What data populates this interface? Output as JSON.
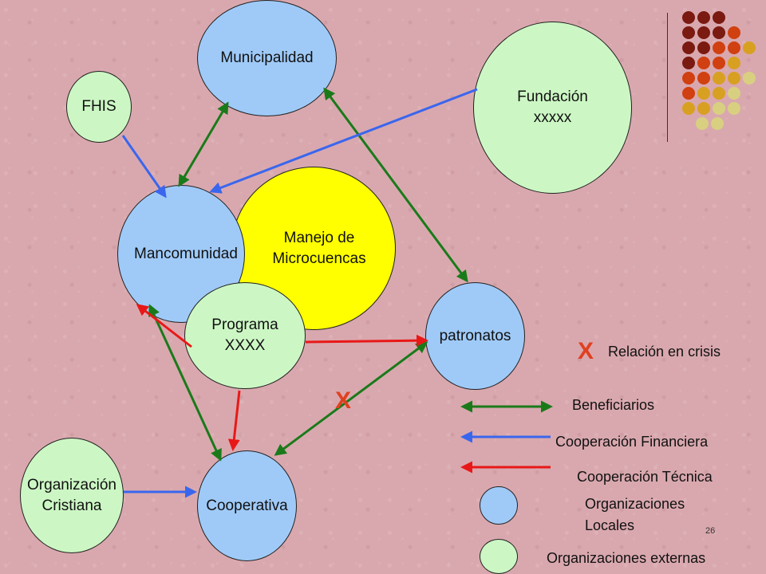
{
  "nodes": {
    "municipalidad": "Municipalidad",
    "fhis": "FHIS",
    "fundacion": "Fundación\nxxxxx",
    "manejo": "Manejo de\nMicrocuencas",
    "mancomunidad": "Mancomunidad",
    "programa": "Programa\nXXXX",
    "patronatos": "patronatos",
    "org_cristiana": "Organización\nCristiana",
    "cooperativa": "Cooperativa"
  },
  "crisis_marker": "X",
  "legend": {
    "crisis": "Relación en crisis",
    "beneficiarios": "Beneficiarios",
    "financiera": "Cooperación Financiera",
    "tecnica": "Cooperación Técnica",
    "locales": "Organizaciones\nLocales",
    "externas": "Organizaciones externas"
  },
  "colors": {
    "beneficiarios": "#1a7a1a",
    "financiera": "#3a66ee",
    "tecnica": "#e81818",
    "local": "#9fcaf8",
    "external": "#ccf7c4",
    "program": "#ffff00",
    "crisis": "#e04020"
  },
  "page_number": "26"
}
